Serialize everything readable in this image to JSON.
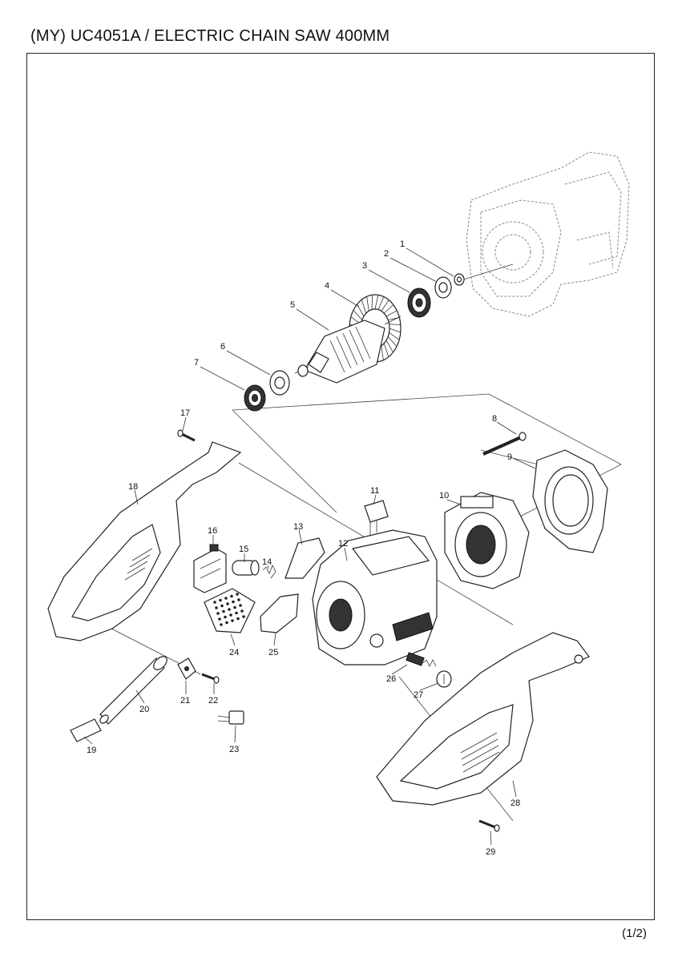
{
  "header": {
    "title": "(MY) UC4051A / ELECTRIC CHAIN SAW 400MM"
  },
  "footer": {
    "page": "(1/2)"
  },
  "parts": [
    {
      "id": "1",
      "label": "1",
      "shape": "nut"
    },
    {
      "id": "2",
      "label": "2",
      "shape": "bearing-retainer"
    },
    {
      "id": "3",
      "label": "3",
      "shape": "ball-bearing"
    },
    {
      "id": "4",
      "label": "4",
      "shape": "fan"
    },
    {
      "id": "5",
      "label": "5",
      "shape": "armature"
    },
    {
      "id": "6",
      "label": "6",
      "shape": "washer"
    },
    {
      "id": "7",
      "label": "7",
      "shape": "ball-bearing"
    },
    {
      "id": "8",
      "label": "8",
      "shape": "screw"
    },
    {
      "id": "9",
      "label": "9",
      "shape": "baffle-plate"
    },
    {
      "id": "10",
      "label": "10",
      "shape": "field"
    },
    {
      "id": "11",
      "label": "11",
      "shape": "switch"
    },
    {
      "id": "12",
      "label": "12",
      "shape": "motor-housing"
    },
    {
      "id": "13",
      "label": "13",
      "shape": "insulation-sheet"
    },
    {
      "id": "14",
      "label": "14",
      "shape": "spring"
    },
    {
      "id": "15",
      "label": "15",
      "shape": "lock-button"
    },
    {
      "id": "16",
      "label": "16",
      "shape": "terminal"
    },
    {
      "id": "17",
      "label": "17",
      "shape": "screw"
    },
    {
      "id": "18",
      "label": "18",
      "shape": "handle-set"
    },
    {
      "id": "19",
      "label": "19",
      "shape": "cord"
    },
    {
      "id": "20",
      "label": "20",
      "shape": "cord-guard"
    },
    {
      "id": "21",
      "label": "21",
      "shape": "strain-relief"
    },
    {
      "id": "22",
      "label": "22",
      "shape": "screw"
    },
    {
      "id": "23",
      "label": "23",
      "shape": "noise-suppressor"
    },
    {
      "id": "24",
      "label": "24",
      "shape": "filter"
    },
    {
      "id": "25",
      "label": "25",
      "shape": "switch-lever"
    },
    {
      "id": "26",
      "label": "26",
      "shape": "carbon-brush"
    },
    {
      "id": "27",
      "label": "27",
      "shape": "brush-holder-cap"
    },
    {
      "id": "28",
      "label": "28",
      "shape": "handle-cover"
    },
    {
      "id": "29",
      "label": "29",
      "shape": "screw"
    }
  ]
}
